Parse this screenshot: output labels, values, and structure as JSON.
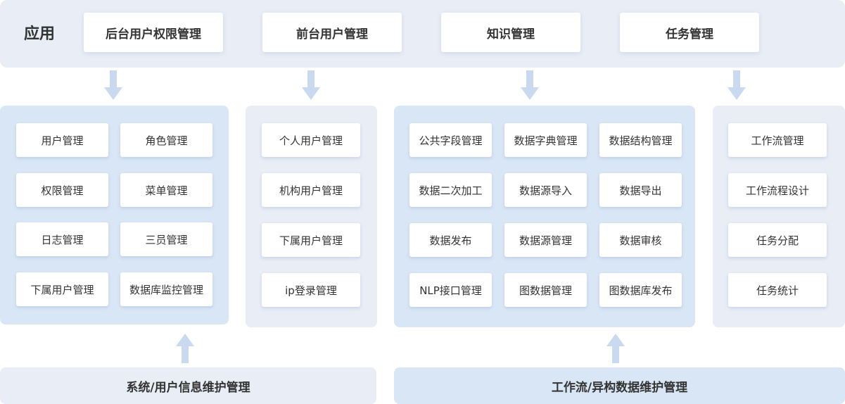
{
  "top": {
    "app_label": "应用",
    "tabs": [
      "后台用户权限管理",
      "前台用户管理",
      "知识管理",
      "任务管理"
    ]
  },
  "panels": {
    "backend": [
      "用户管理",
      "角色管理",
      "权限管理",
      "菜单管理",
      "日志管理",
      "三员管理",
      "下属用户管理",
      "数据库监控管理"
    ],
    "frontend": [
      "个人用户管理",
      "机构用户管理",
      "下属用户管理",
      "ip登录管理"
    ],
    "knowledge": [
      "公共字段管理",
      "数据字典管理",
      "数据结构管理",
      "数据二次加工",
      "数据源导入",
      "数据导出",
      "数据发布",
      "数据源管理",
      "数据审核",
      "NLP接口管理",
      "图数据管理",
      "图数据库发布"
    ],
    "task": [
      "工作流管理",
      "工作流程设计",
      "任务分配",
      "任务统计"
    ]
  },
  "bottom": {
    "left": "系统/用户信息维护管理",
    "right": "工作流/异构数据维护管理"
  },
  "colors": {
    "arrow": "#c9daf0",
    "panel_blue": "#d9e6f5",
    "panel_gray": "#e8edf6"
  }
}
